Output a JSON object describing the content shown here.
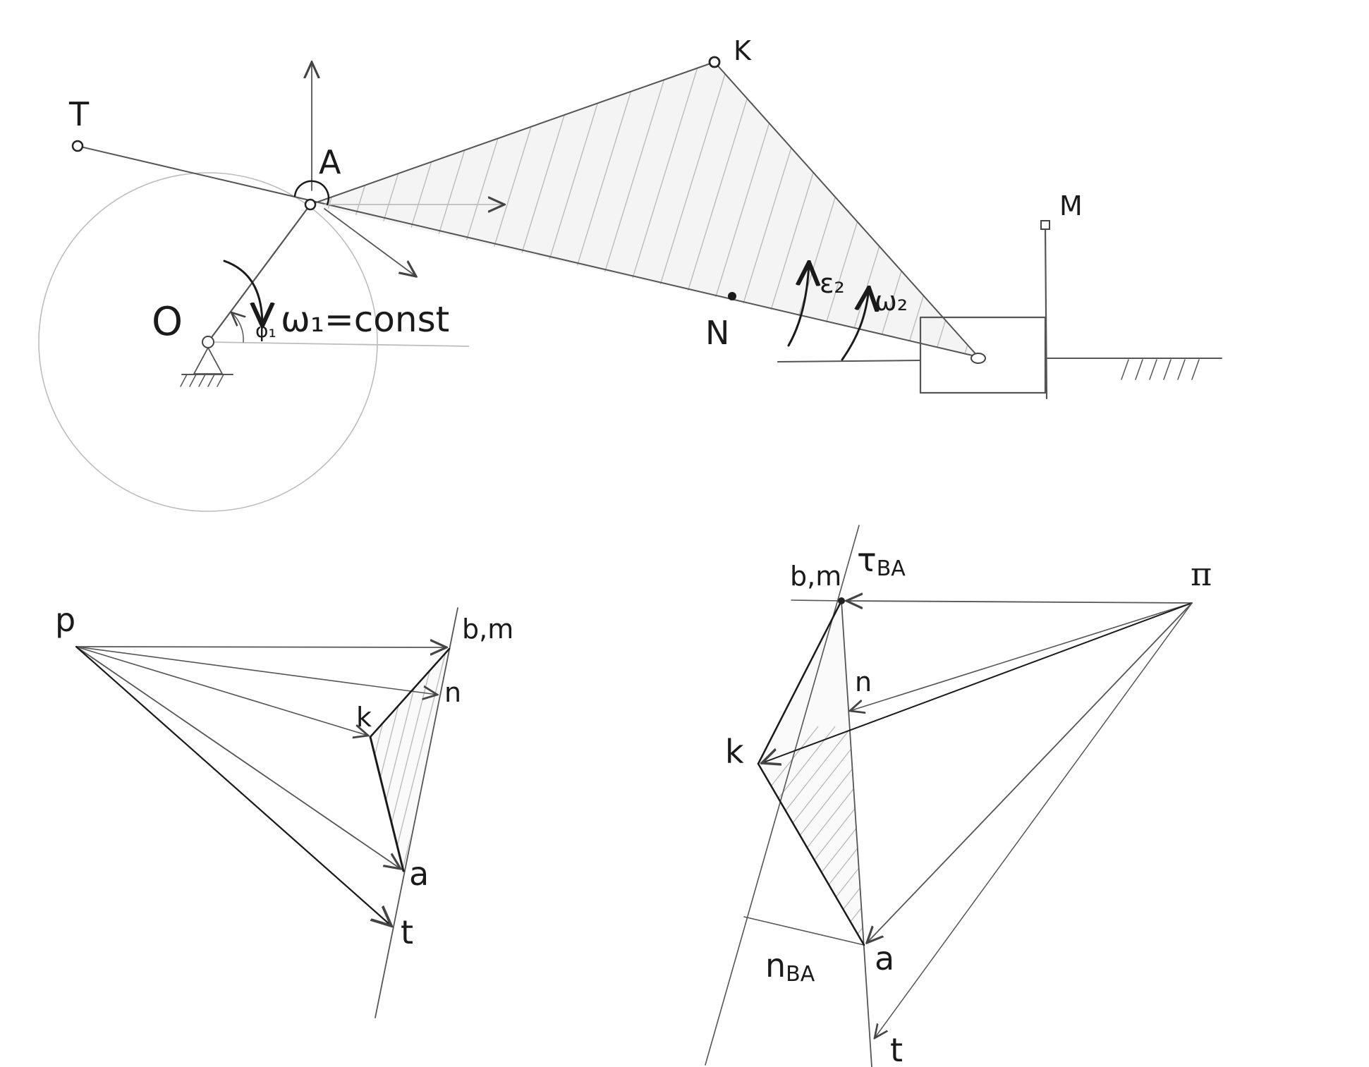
{
  "mechanism": {
    "points": {
      "T": "T",
      "A": "A",
      "K": "K",
      "O": "O",
      "N": "N",
      "M": "M"
    },
    "omega1": "ω₁=const",
    "phi1": "φ₁",
    "epsilon2": "ε₂",
    "omega2": "ω₂"
  },
  "velocity_plan": {
    "pole": "p",
    "b_m": "b,m",
    "n": "n",
    "k": "k",
    "a": "a",
    "t": "t"
  },
  "acceleration_plan": {
    "pole": "π",
    "b_m": "b,m",
    "tau_ba": "τ",
    "tau_ba_sub": "BA",
    "n": "n",
    "k": "k",
    "a": "a",
    "t": "t",
    "n_ba": "n",
    "n_ba_sub": "BA"
  }
}
